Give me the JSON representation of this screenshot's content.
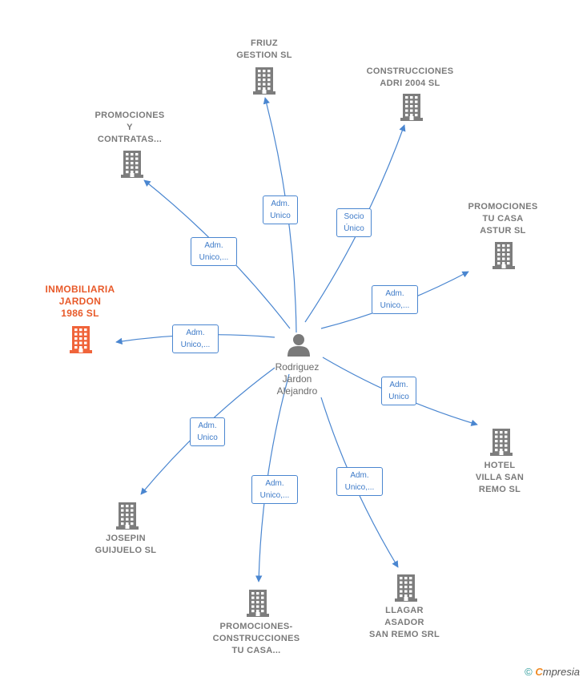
{
  "person": {
    "name": "Rodriguez\nJardon\nAlejandro"
  },
  "companies": [
    {
      "id": "friuz",
      "label": "FRIUZ\nGESTION  SL",
      "role": "Adm.\nUnico",
      "main": false
    },
    {
      "id": "construcciones-adri",
      "label": "CONSTRUCCIONES\nADRI 2004  SL",
      "role": "Socio\nÚnico",
      "main": false
    },
    {
      "id": "promociones-contratas",
      "label": "PROMOCIONES\nY\nCONTRATAS...",
      "role": "Adm.\nUnico,...",
      "main": false
    },
    {
      "id": "promociones-tu-casa-astur",
      "label": "PROMOCIONES\nTU CASA\nASTUR  SL",
      "role": "Adm.\nUnico,...",
      "main": false
    },
    {
      "id": "inmobiliaria-jardon",
      "label": "INMOBILIARIA\nJARDON\n1986  SL",
      "role": "Adm.\nUnico,...",
      "main": true
    },
    {
      "id": "hotel-villa-san-remo",
      "label": "HOTEL\nVILLA SAN\nREMO  SL",
      "role": "Adm.\nUnico",
      "main": false
    },
    {
      "id": "josepin-guijuelo",
      "label": "JOSEPIN\nGUIJUELO  SL",
      "role": "Adm.\nUnico",
      "main": false
    },
    {
      "id": "promociones-construcciones",
      "label": "PROMOCIONES-\nCONSTRUCCIONES\nTU CASA...",
      "role": "Adm.\nUnico,...",
      "main": false
    },
    {
      "id": "llagar-asador",
      "label": "LLAGAR\nASADOR\nSAN REMO SRL",
      "role": "Adm.\nUnico,...",
      "main": false
    }
  ],
  "colors": {
    "edge": "#4a86d0",
    "building": "#7d7d7d",
    "building_main": "#f0643a",
    "person": "#7a7a7a"
  },
  "footer": {
    "copyright": "©",
    "brand_first": "C",
    "brand_rest": "mpresia"
  }
}
